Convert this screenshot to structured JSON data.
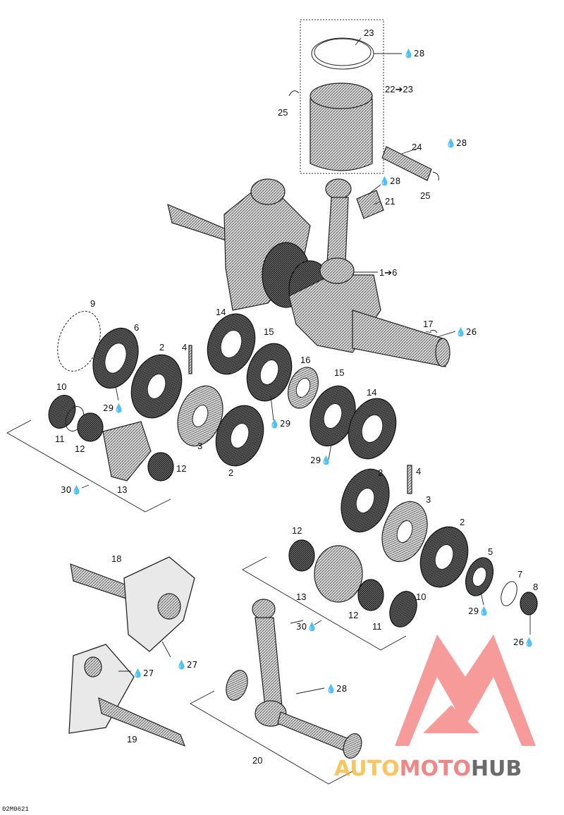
{
  "diagram": {
    "drawing_code": "02M0621",
    "lube_symbol": "drop-icon",
    "callouts": [
      {
        "id": "c23",
        "text": "23"
      },
      {
        "id": "c28a",
        "text": "28",
        "lube": true
      },
      {
        "id": "c22",
        "text": "22➔23"
      },
      {
        "id": "c25a",
        "text": "25"
      },
      {
        "id": "c24",
        "text": "24"
      },
      {
        "id": "c28b",
        "text": "28",
        "lube": true
      },
      {
        "id": "c28c",
        "text": "28",
        "lube": true
      },
      {
        "id": "c21",
        "text": "21"
      },
      {
        "id": "c25b",
        "text": "25"
      },
      {
        "id": "c1",
        "text": "1➔6"
      },
      {
        "id": "c17",
        "text": "17"
      },
      {
        "id": "c26a",
        "text": "26",
        "lube": true
      },
      {
        "id": "c9",
        "text": "9"
      },
      {
        "id": "c6",
        "text": "6"
      },
      {
        "id": "c2a",
        "text": "2"
      },
      {
        "id": "c4a",
        "text": "4"
      },
      {
        "id": "c14a",
        "text": "14"
      },
      {
        "id": "c15a",
        "text": "15"
      },
      {
        "id": "c16",
        "text": "16"
      },
      {
        "id": "c15b",
        "text": "15"
      },
      {
        "id": "c14b",
        "text": "14"
      },
      {
        "id": "c10a",
        "text": "10"
      },
      {
        "id": "c29a",
        "text": "29",
        "lube": true
      },
      {
        "id": "c29b",
        "text": "29",
        "lube": true
      },
      {
        "id": "c29c",
        "text": "29",
        "lube": true
      },
      {
        "id": "c11a",
        "text": "11"
      },
      {
        "id": "c12a",
        "text": "12"
      },
      {
        "id": "c3a",
        "text": "3"
      },
      {
        "id": "c12b",
        "text": "12"
      },
      {
        "id": "c2b",
        "text": "2"
      },
      {
        "id": "c30a",
        "text": "30",
        "lube": true
      },
      {
        "id": "c13a",
        "text": "13"
      },
      {
        "id": "c2c",
        "text": "2"
      },
      {
        "id": "c4b",
        "text": "4"
      },
      {
        "id": "c3b",
        "text": "3"
      },
      {
        "id": "c2d",
        "text": "2"
      },
      {
        "id": "c12c",
        "text": "12"
      },
      {
        "id": "c5",
        "text": "5"
      },
      {
        "id": "c18",
        "text": "18"
      },
      {
        "id": "c7",
        "text": "7"
      },
      {
        "id": "c8",
        "text": "8"
      },
      {
        "id": "c13b",
        "text": "13"
      },
      {
        "id": "c10b",
        "text": "10"
      },
      {
        "id": "c12d",
        "text": "12"
      },
      {
        "id": "c29d",
        "text": "29",
        "lube": true
      },
      {
        "id": "c30b",
        "text": "30",
        "lube": true
      },
      {
        "id": "c11b",
        "text": "11"
      },
      {
        "id": "c26b",
        "text": "26",
        "lube": true
      },
      {
        "id": "c27a",
        "text": "27",
        "lube": true
      },
      {
        "id": "c27b",
        "text": "27",
        "lube": true
      },
      {
        "id": "c28d",
        "text": "28",
        "lube": true
      },
      {
        "id": "c19",
        "text": "19"
      },
      {
        "id": "c20",
        "text": "20"
      }
    ]
  },
  "watermark": {
    "part1": "AUTO",
    "part2": "MOTO",
    "part3": "HUB",
    "colors": {
      "auto": "#f8b228",
      "moto": "#e64646",
      "hub": "#464646",
      "triangle": "#f04848"
    }
  }
}
